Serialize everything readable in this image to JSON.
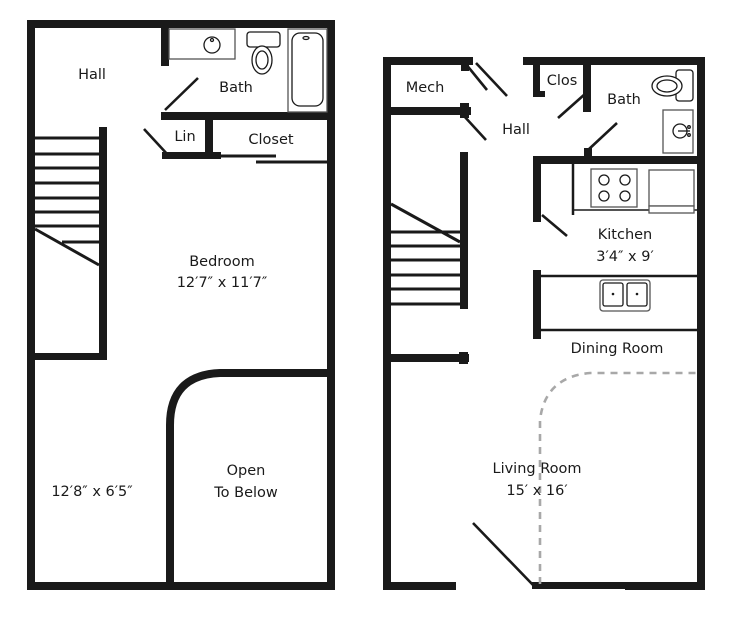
{
  "floors": [
    {
      "name": "upper-floor",
      "rooms": [
        {
          "id": "hall",
          "label": "Hall"
        },
        {
          "id": "bath",
          "label": "Bath"
        },
        {
          "id": "linen",
          "label": "Lin"
        },
        {
          "id": "closet",
          "label": "Closet"
        },
        {
          "id": "bedroom",
          "label": "Bedroom",
          "dimensions": "12′7″ x 11′7″"
        },
        {
          "id": "loft",
          "label": "",
          "dimensions": "12′8″ x 6′5″"
        },
        {
          "id": "open-to-below",
          "label": "Open",
          "label2": "To Below"
        }
      ]
    },
    {
      "name": "lower-floor",
      "rooms": [
        {
          "id": "mech",
          "label": "Mech"
        },
        {
          "id": "hall",
          "label": "Hall"
        },
        {
          "id": "closet",
          "label": "Clos"
        },
        {
          "id": "bath",
          "label": "Bath"
        },
        {
          "id": "kitchen",
          "label": "Kitchen",
          "dimensions": "3′4″ x 9′"
        },
        {
          "id": "dining",
          "label": "Dining Room"
        },
        {
          "id": "living",
          "label": "Living Room",
          "dimensions": "15′ x 16′"
        }
      ]
    }
  ],
  "colors": {
    "wall": "#1a1a1a",
    "dashed_outline": "#a8a8a8",
    "background": "#ffffff"
  }
}
